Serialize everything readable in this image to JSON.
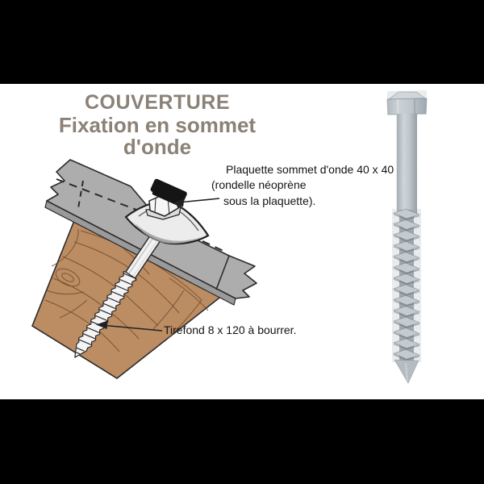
{
  "header": {
    "title_line1": "COUVERTURE",
    "title_line2": "Fixation en sommet d'onde",
    "title_color": "#8b8177"
  },
  "diagram": {
    "labels": {
      "plaquette_line1": "Plaquette sommet d'onde 40 x 40",
      "plaquette_line2": "(rondelle néoprène",
      "plaquette_line3": "sous la plaquette).",
      "tirefond": "Tirefond 8 x 120 à bourrer."
    },
    "colors": {
      "sheet_gray": "#adadad",
      "sheet_edge_strip": "#9a9a9a",
      "outline": "#2b2b2b",
      "wood_brown": "#bc8c62",
      "wood_grain": "#6e4c2f",
      "screw_body": "#f4f4f4",
      "cap_black": "#151515"
    }
  },
  "photo": {
    "subject": "galvanized-lag-screw",
    "colors": {
      "metal_light": "#dde2e5",
      "metal_mid": "#c6cdd2",
      "metal_dark": "#97a0a7"
    }
  }
}
